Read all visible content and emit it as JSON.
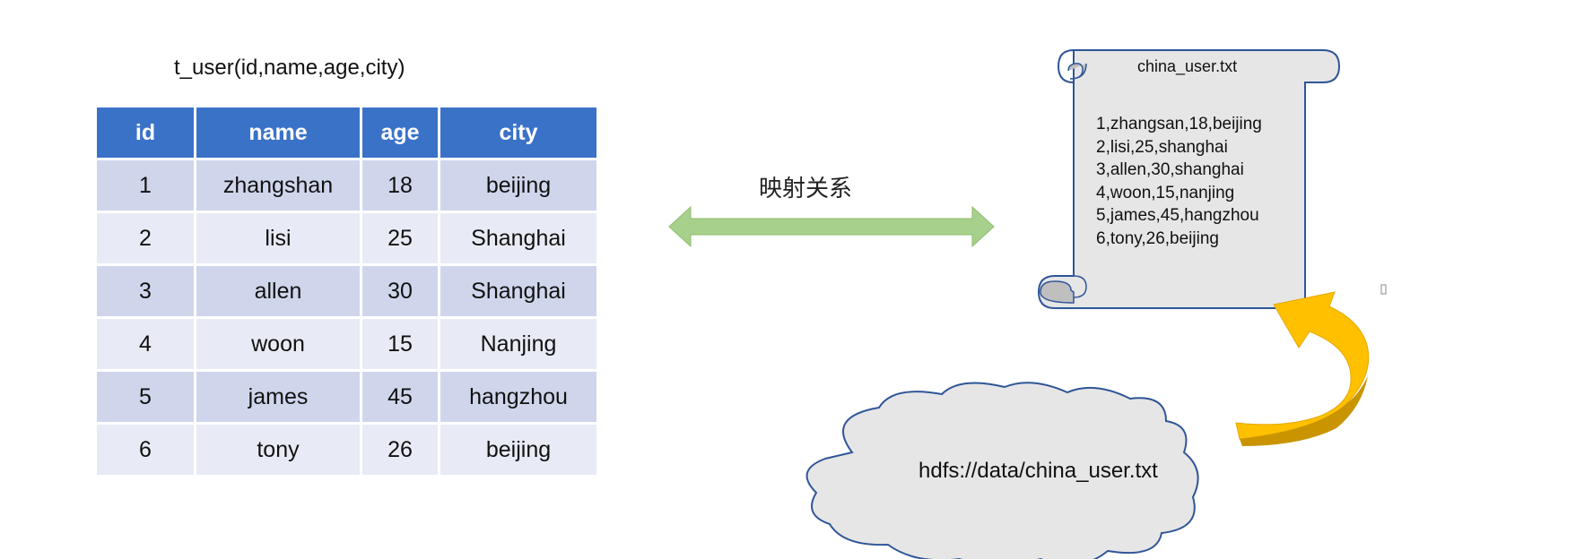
{
  "table": {
    "title": "t_user(id,name,age,city)",
    "headers": [
      "id",
      "name",
      "age",
      "city"
    ],
    "rows": [
      [
        "1",
        "zhangshan",
        "18",
        "beijing"
      ],
      [
        "2",
        "lisi",
        "25",
        "Shanghai"
      ],
      [
        "3",
        "allen",
        "30",
        "Shanghai"
      ],
      [
        "4",
        "woon",
        "15",
        "Nanjing"
      ],
      [
        "5",
        "james",
        "45",
        "hangzhou"
      ],
      [
        "6",
        "tony",
        "26",
        "beijing"
      ]
    ]
  },
  "relation": {
    "label": "映射关系"
  },
  "scroll": {
    "filename": "china_user.txt",
    "lines": [
      "1,zhangsan,18,beijing",
      "2,lisi,25,shanghai",
      "3,allen,30,shanghai",
      "4,woon,15,nanjing",
      "5,james,45,hangzhou",
      "6,tony,26,beijing"
    ]
  },
  "cloud": {
    "label": "hdfs://data/china_user.txt"
  },
  "colors": {
    "header": "#3a72c8",
    "row_odd": "#cfd6ec",
    "row_even": "#e8ebf5",
    "arrow_green": "#a8d08d",
    "scroll_fill": "#e6e6e6",
    "scroll_stroke": "#2f5597",
    "curved_arrow": "#ffc000"
  }
}
